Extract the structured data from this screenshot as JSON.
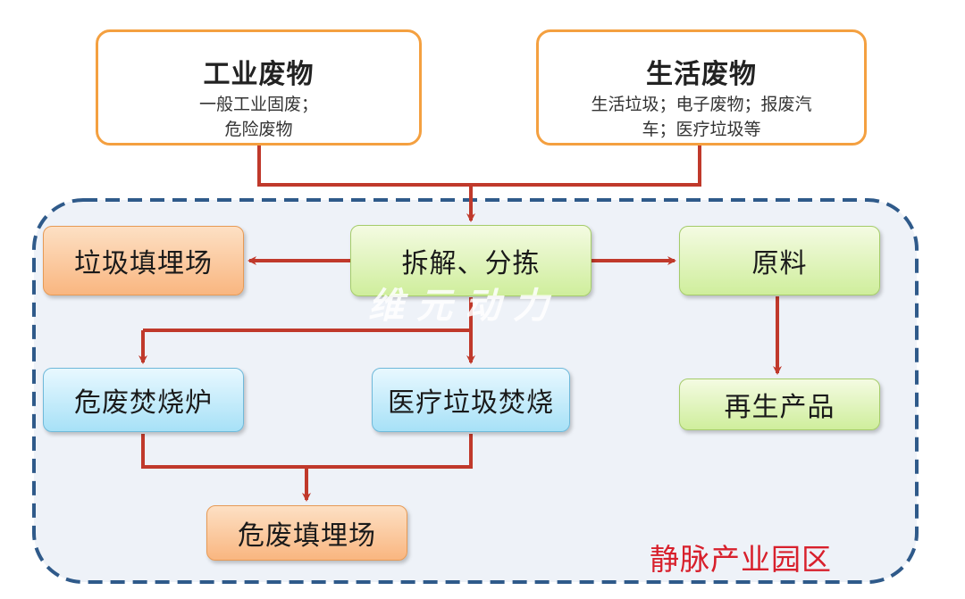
{
  "sources": {
    "industrial": {
      "title": "工业废物",
      "desc_line1": "一般工业固废；",
      "desc_line2": "危险废物"
    },
    "domestic": {
      "title": "生活废物",
      "desc_line1": "生活垃圾；电子废物；报废汽",
      "desc_line2": "车；医疗垃圾等"
    }
  },
  "nodes": {
    "landfill": "垃圾填埋场",
    "dismantle": "拆解、分拣",
    "raw_material": "原料",
    "hazardous_incinerator": "危废焚烧炉",
    "medical_incineration": "医疗垃圾焚烧",
    "recycled_product": "再生产品",
    "hazardous_landfill": "危废填埋场"
  },
  "park_label": "静脉产业园区",
  "watermark": "维元动力",
  "colors": {
    "arrow": "#c0392b",
    "park_border": "#2f5a8a",
    "park_fill": "#eef2f8",
    "source_border": "#f4a040",
    "park_label": "#d8202c"
  }
}
